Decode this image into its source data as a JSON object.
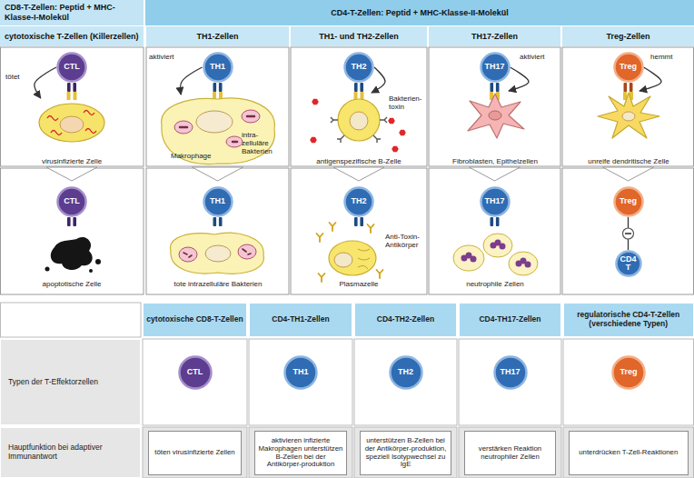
{
  "diagram": {
    "nodes": [
      {
        "text": [
          "CD8-T-Zellen: Peptid + MHC-Klasse-I-Molekül"
        ]
      },
      {
        "text": [
          "CD4-T-Zellen: Peptid + MHC-Klasse-II-Molekül"
        ]
      },
      {
        "text": [
          "cytotoxische T-Zellen (Killerzellen)"
        ]
      },
      {
        "text": [
          "TH1-Zellen"
        ]
      },
      {
        "text": [
          "TH1- und TH2-Zellen"
        ]
      },
      {
        "text": [
          "TH17-Zellen"
        ]
      },
      {
        "text": [
          "Treg-Zellen"
        ]
      },
      {
        "text": [
          "CTL"
        ]
      },
      {
        "text": [
          "virusinfizierte Zelle"
        ]
      },
      {
        "text": [
          "TH1"
        ]
      },
      {
        "text": [
          "Makrophage"
        ]
      },
      {
        "text": [
          "TH2"
        ]
      },
      {
        "text": [
          "antigenspezifische B-Zelle"
        ]
      },
      {
        "text": [
          "TH17"
        ]
      },
      {
        "text": [
          "Fibroblasten, Epithelzellen"
        ]
      },
      {
        "text": [
          "Treg"
        ]
      },
      {
        "text": [
          "unreife dendritische Zelle"
        ]
      },
      {
        "text": [
          "CTL"
        ]
      },
      {
        "text": [
          "TH1"
        ]
      },
      {
        "text": [
          "TH2"
        ]
      },
      {
        "text": [
          "TH17"
        ]
      },
      {
        "text": [
          "Treg"
        ]
      },
      {
        "text": [
          "CD4 T"
        ]
      },
      {
        "text": [
          "CTL"
        ]
      },
      {
        "text": [
          "TH1"
        ]
      },
      {
        "text": [
          "TH2"
        ]
      },
      {
        "text": [
          "TH17"
        ]
      },
      {
        "text": [
          "Treg"
        ]
      }
    ],
    "edges": [
      {
        "from": 7,
        "to": 8,
        "label": "tötet",
        "arrow": "to"
      },
      {
        "from": 9,
        "to": 10,
        "label": "aktiviert",
        "arrow": "to"
      },
      {
        "from": 11,
        "to": 12,
        "arrow": "to"
      },
      {
        "from": 13,
        "to": 14,
        "label": "aktiviert",
        "arrow": "to"
      },
      {
        "from": 15,
        "to": 16,
        "label": "hemmt",
        "arrow": "to"
      },
      {
        "from": 21,
        "to": 22,
        "arrow": "none"
      }
    ],
    "labels": [
      "intra-zelluläre Bakterien",
      "Bakterien-toxin",
      "apoptotische Zelle",
      "tote intrazelluläre Bakterien",
      "Anti-Toxin-Antikörper",
      "Plasmazelle",
      "neutrophile Zellen",
      "cytotoxische CD8-T-Zellen",
      "CD4-TH1-Zellen",
      "CD4-TH2-Zellen",
      "CD4-TH17-Zellen",
      "regulatorische CD4-T-Zellen (verschiedene Typen)",
      "Typen der T-Effektorzellen",
      "Hauptfunktion bei adaptiver Immunantwort",
      "töten virusinfizierte Zellen",
      "aktivieren infizierte Makrophagen unterstützen B-Zellen bei der Antikörper-produktion",
      "unterstützen B-Zellen bei der Antikörper-produktion, speziell Isotypwechsel zu IgE",
      "verstärken Reaktion neutrophiler Zellen",
      "unterdrücken T-Zell-Reaktionen"
    ]
  }
}
